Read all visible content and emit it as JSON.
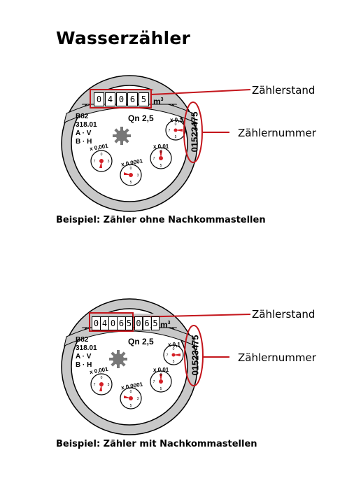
{
  "title": "Wasserzähler",
  "meters": [
    {
      "reading_digits": [
        "0",
        "4",
        "0",
        "6",
        "5"
      ],
      "decimal_digits": [],
      "unit": "m",
      "unit_sup": "3",
      "callout_reading": "Zählerstand",
      "callout_serial": "Zählernummer",
      "serial": "01523475",
      "info_lines": [
        "B82",
        "318.01",
        "A · V",
        "B · H"
      ],
      "qn": "Qn 2,5",
      "dial_labels": [
        "x 0,1",
        "x 0,01",
        "x 0,001",
        "x 0,0001"
      ],
      "caption": "Beispiel: Zähler ohne Nachkommastellen"
    },
    {
      "reading_digits": [
        "0",
        "4",
        "0",
        "6",
        "5"
      ],
      "decimal_digits": [
        "0",
        "6",
        "5"
      ],
      "unit": "m",
      "unit_sup": "3",
      "callout_reading": "Zählerstand",
      "callout_serial": "Zählernummer",
      "serial": "01523475",
      "info_lines": [
        "B82",
        "318.01",
        "A · V",
        "B · H"
      ],
      "qn": "Qn 2,5",
      "dial_labels": [
        "x 0,1",
        "x 0,01",
        "x 0,001",
        "x 0,0001"
      ],
      "caption": "Beispiel: Zähler mit Nachkommastellen"
    }
  ],
  "colors": {
    "highlight": "#c4161c",
    "ring": "#c8c8c8",
    "needle": "#d41f26",
    "star": "#777777"
  },
  "icons": [
    "flow-star-icon",
    "dial-needle-icon"
  ]
}
